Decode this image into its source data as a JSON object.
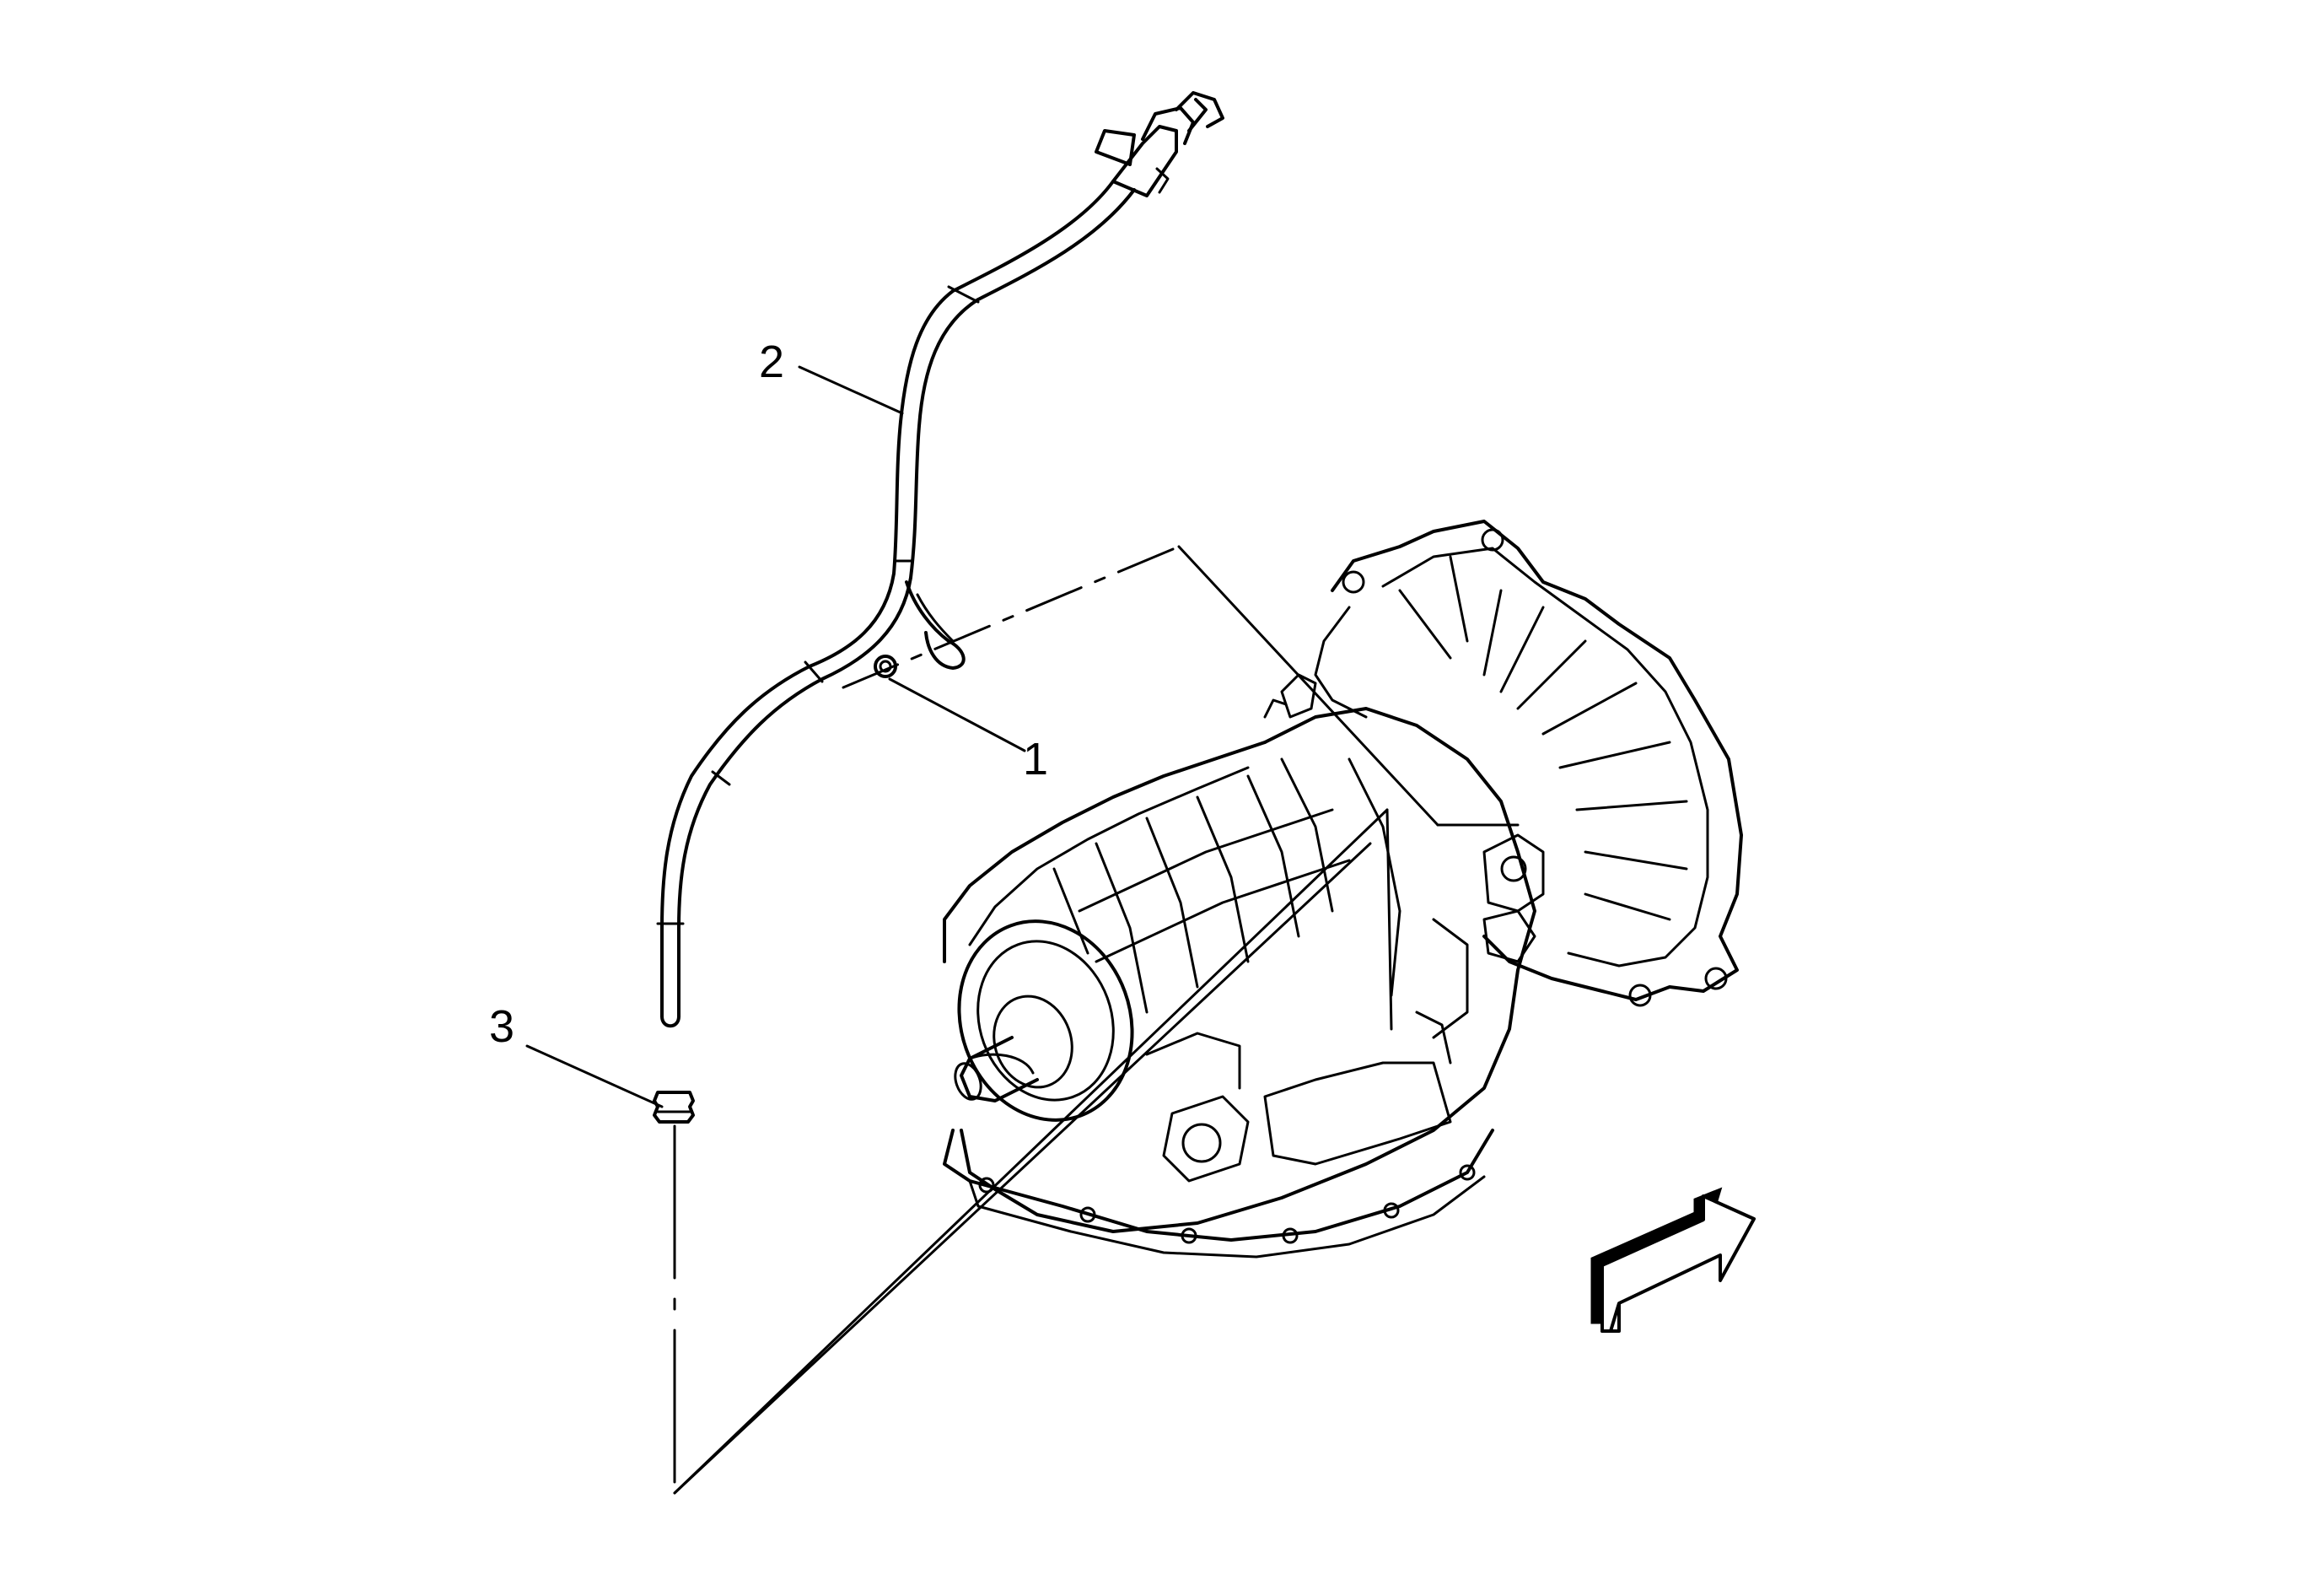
{
  "diagram": {
    "callouts": [
      {
        "id": "1",
        "label": "1"
      },
      {
        "id": "2",
        "label": "2"
      },
      {
        "id": "3",
        "label": "3"
      }
    ],
    "colors": {
      "line": "#000000",
      "fill": "#ffffff",
      "arrow_shadow": "#000000"
    },
    "icons": [
      "front-direction-arrow-icon"
    ]
  }
}
